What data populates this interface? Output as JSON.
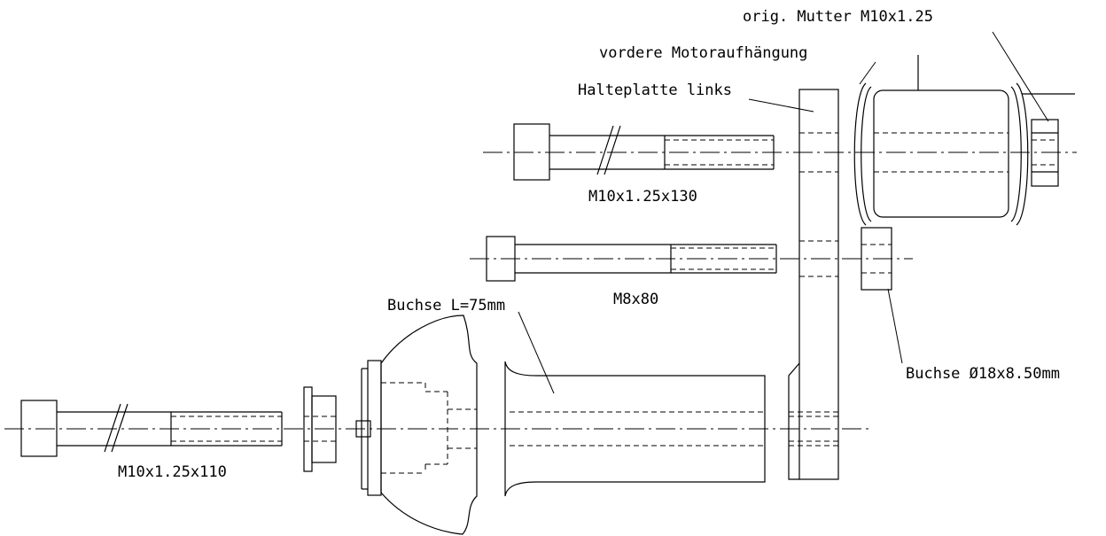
{
  "labels": {
    "nut": "orig. Mutter M10x1.25",
    "mount": "vordere Motoraufhängung",
    "plate": "Halteplatte links",
    "bolt_top": "M10x1.25x130",
    "bolt_mid": "M8x80",
    "bushing_long": "Buchse L=75mm",
    "bushing_small": "Buchse Ø18x8.50mm",
    "bolt_bottom": "M10x1.25x110"
  }
}
